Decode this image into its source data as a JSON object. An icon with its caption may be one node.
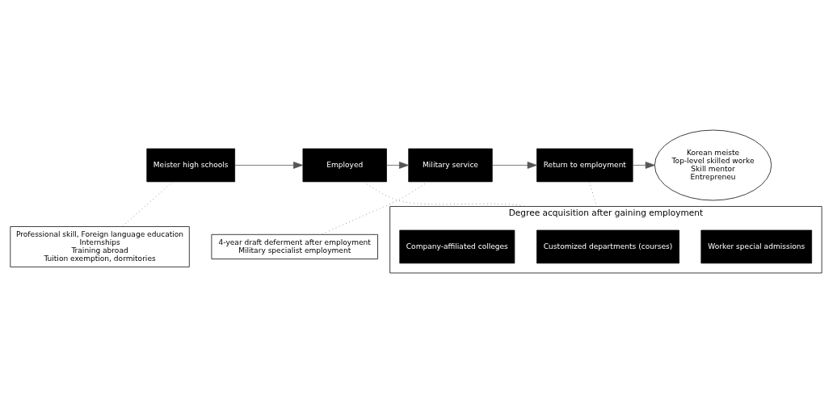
{
  "diagram": {
    "nodes": [
      {
        "text": [
          "Meister high schools"
        ]
      },
      {
        "text": [
          "Employed"
        ]
      },
      {
        "text": [
          "Military service"
        ]
      },
      {
        "text": [
          "Return to employment"
        ]
      },
      {
        "text": [
          "Korean meiste",
          "Top-level skilled worke",
          "Skill mentor",
          "Entrepreneu"
        ]
      },
      {
        "text": [
          "4-year draft deferment after employment",
          "Military specialist employment"
        ]
      },
      {
        "text": [
          "Professional skill, Foreign language education",
          "Internships",
          "Training abroad",
          "Tuition exemption, dormitories"
        ]
      },
      {
        "text": [
          "Degree acquisition after gaining employment"
        ]
      },
      {
        "text": [
          "Worker special admissions"
        ],
        "in": 7
      },
      {
        "text": [
          "Customized departments (courses)"
        ],
        "in": 7
      },
      {
        "text": [
          "Company-affiliated colleges"
        ],
        "in": 7
      }
    ],
    "edges": [
      {
        "from": 0,
        "to": 1,
        "arrow": "to"
      },
      {
        "from": 1,
        "to": 2,
        "arrow": "to"
      },
      {
        "from": 2,
        "to": 3,
        "arrow": "to"
      },
      {
        "from": 3,
        "to": 4,
        "arrow": "to"
      },
      {
        "from": 0,
        "to": 6,
        "arrow": "none",
        "style": "dashed"
      },
      {
        "from": 1,
        "to": 7,
        "arrow": "none",
        "style": "dashed"
      },
      {
        "from": 2,
        "to": 5,
        "arrow": "none",
        "style": "dashed"
      },
      {
        "from": 3,
        "to": 7,
        "arrow": "none",
        "style": "dashed"
      }
    ]
  }
}
